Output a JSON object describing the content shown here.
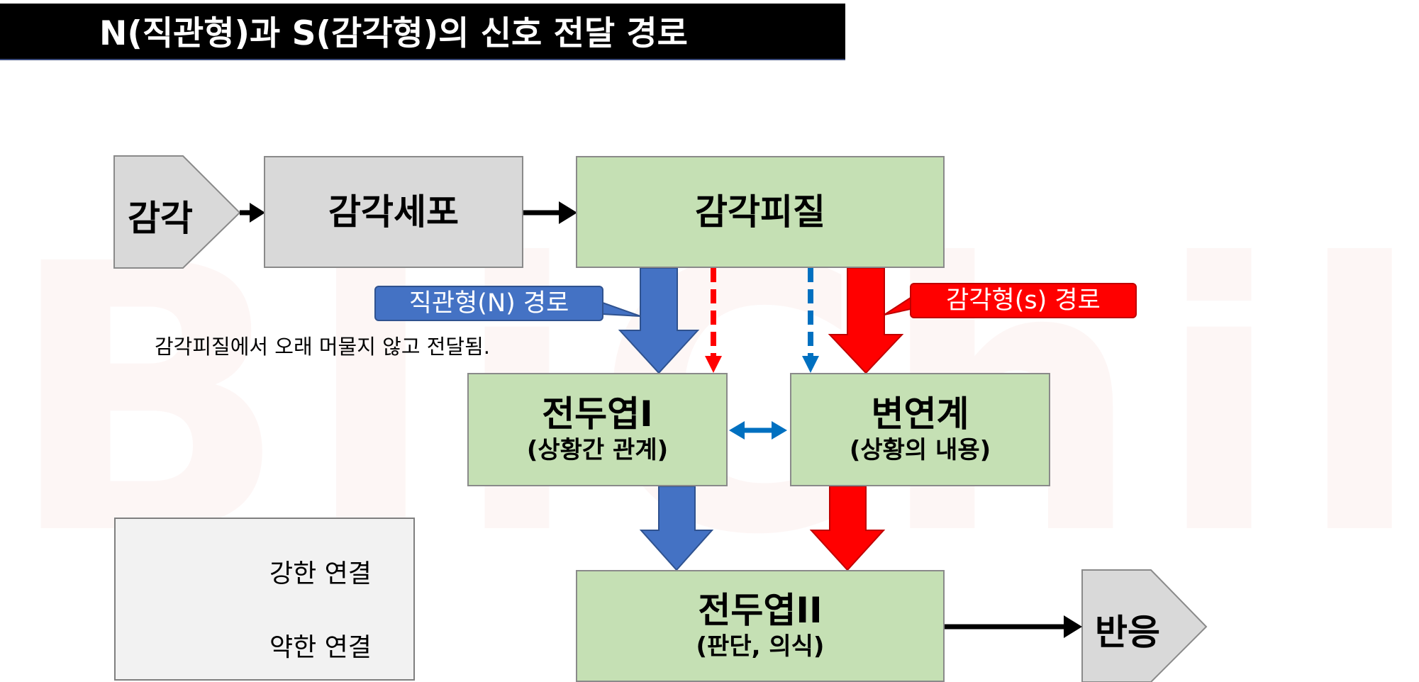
{
  "title": "N(직관형)과 S(감각형)의 신호 전달 경로",
  "watermark": "BIiChild",
  "nodes": {
    "sense": "감각",
    "sensory_cell": "감각세포",
    "sensory_cortex": "감각피질",
    "frontal1_main": "전두엽I",
    "frontal1_sub": "(상황간 관계)",
    "limbic_main": "변연계",
    "limbic_sub": "(상황의 내용)",
    "frontal2_main": "전두엽II",
    "frontal2_sub": "(판단, 의식)",
    "response": "반응"
  },
  "callouts": {
    "n_path": "직관형(N) 경로",
    "s_path": "감각형(s) 경로",
    "n_note": "감각피질에서 오래 머물지 않고 전달됨."
  },
  "legend": {
    "strong": "강한 연결",
    "weak": "약한 연결"
  },
  "colors": {
    "n_blue": "#4472c4",
    "s_red": "#ff0000",
    "link_blue": "#0070c0",
    "green_box": "#c5e0b4",
    "gray_box": "#d9d9d9"
  }
}
